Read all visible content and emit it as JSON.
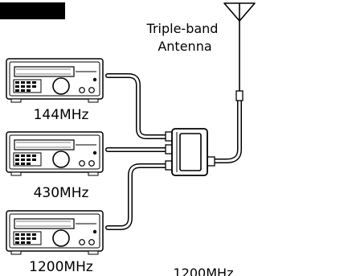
{
  "header": {
    "title": "接続例1"
  },
  "antenna": {
    "label_line1": "Triple-band",
    "label_line2": "Antenna"
  },
  "radios": [
    {
      "label": "144MHz"
    },
    {
      "label": "430MHz"
    },
    {
      "label": "1200MHz"
    }
  ],
  "bottom_label": "1200MHz",
  "colors": {
    "line": "#000000",
    "fill": "#ffffff",
    "title_bg": "#000000",
    "title_text": "#ffffff"
  },
  "icons": {
    "antenna": "triple-band-antenna-icon",
    "radio": "transceiver-icon",
    "duplexer": "triplexer-icon"
  }
}
